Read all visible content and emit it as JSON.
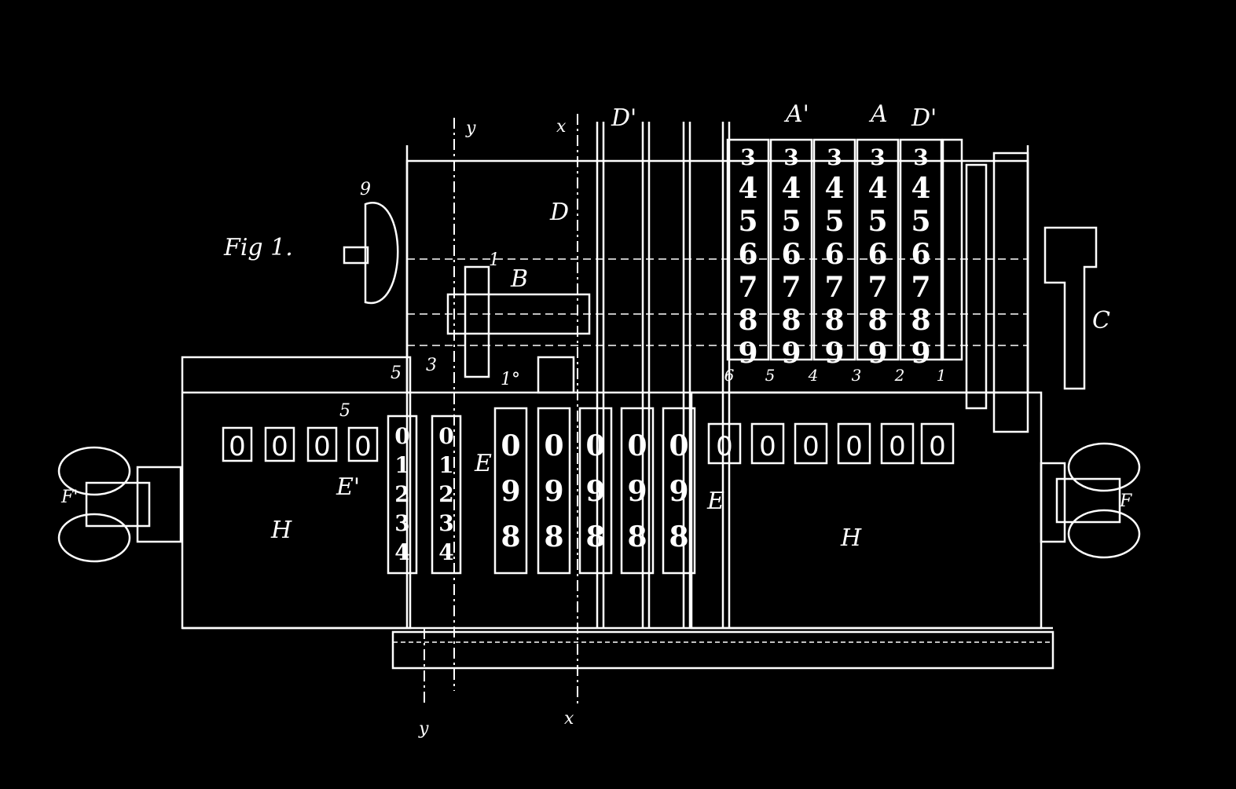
{
  "figure": {
    "title": "Fig 1.",
    "background": "#000000",
    "line_color": "#ffffff"
  },
  "labels": {
    "B": "B",
    "C": "C",
    "D": "D",
    "D1_left": "D'",
    "D1_right": "D'",
    "A": "A",
    "A1": "A'",
    "E_left": "E",
    "E_right": "E",
    "E1": "E'",
    "F_left": "F'",
    "F_right": "F",
    "H_left": "H",
    "H_right": "H",
    "x_top": "x",
    "x_bottom": "x",
    "y_top": "y",
    "y_bottom": "y",
    "n9": "9",
    "n1": "1",
    "n1o": "1°",
    "n3": "3",
    "n5a": "5",
    "n5b": "5"
  },
  "upper_wheel_digits": [
    "3",
    "4",
    "5",
    "6",
    "7",
    "8",
    "9"
  ],
  "upper_column_numbers": [
    "6",
    "5",
    "4",
    "3",
    "2",
    "1"
  ],
  "lower_wheel_digits": [
    "0",
    "9",
    "8"
  ],
  "setting_wheel_digits": [
    "0",
    "1",
    "2",
    "3",
    "4"
  ],
  "left_windows": [
    "0",
    "0",
    "0",
    "0"
  ],
  "right_windows": [
    "0",
    "0",
    "0",
    "0",
    "0",
    "0"
  ]
}
